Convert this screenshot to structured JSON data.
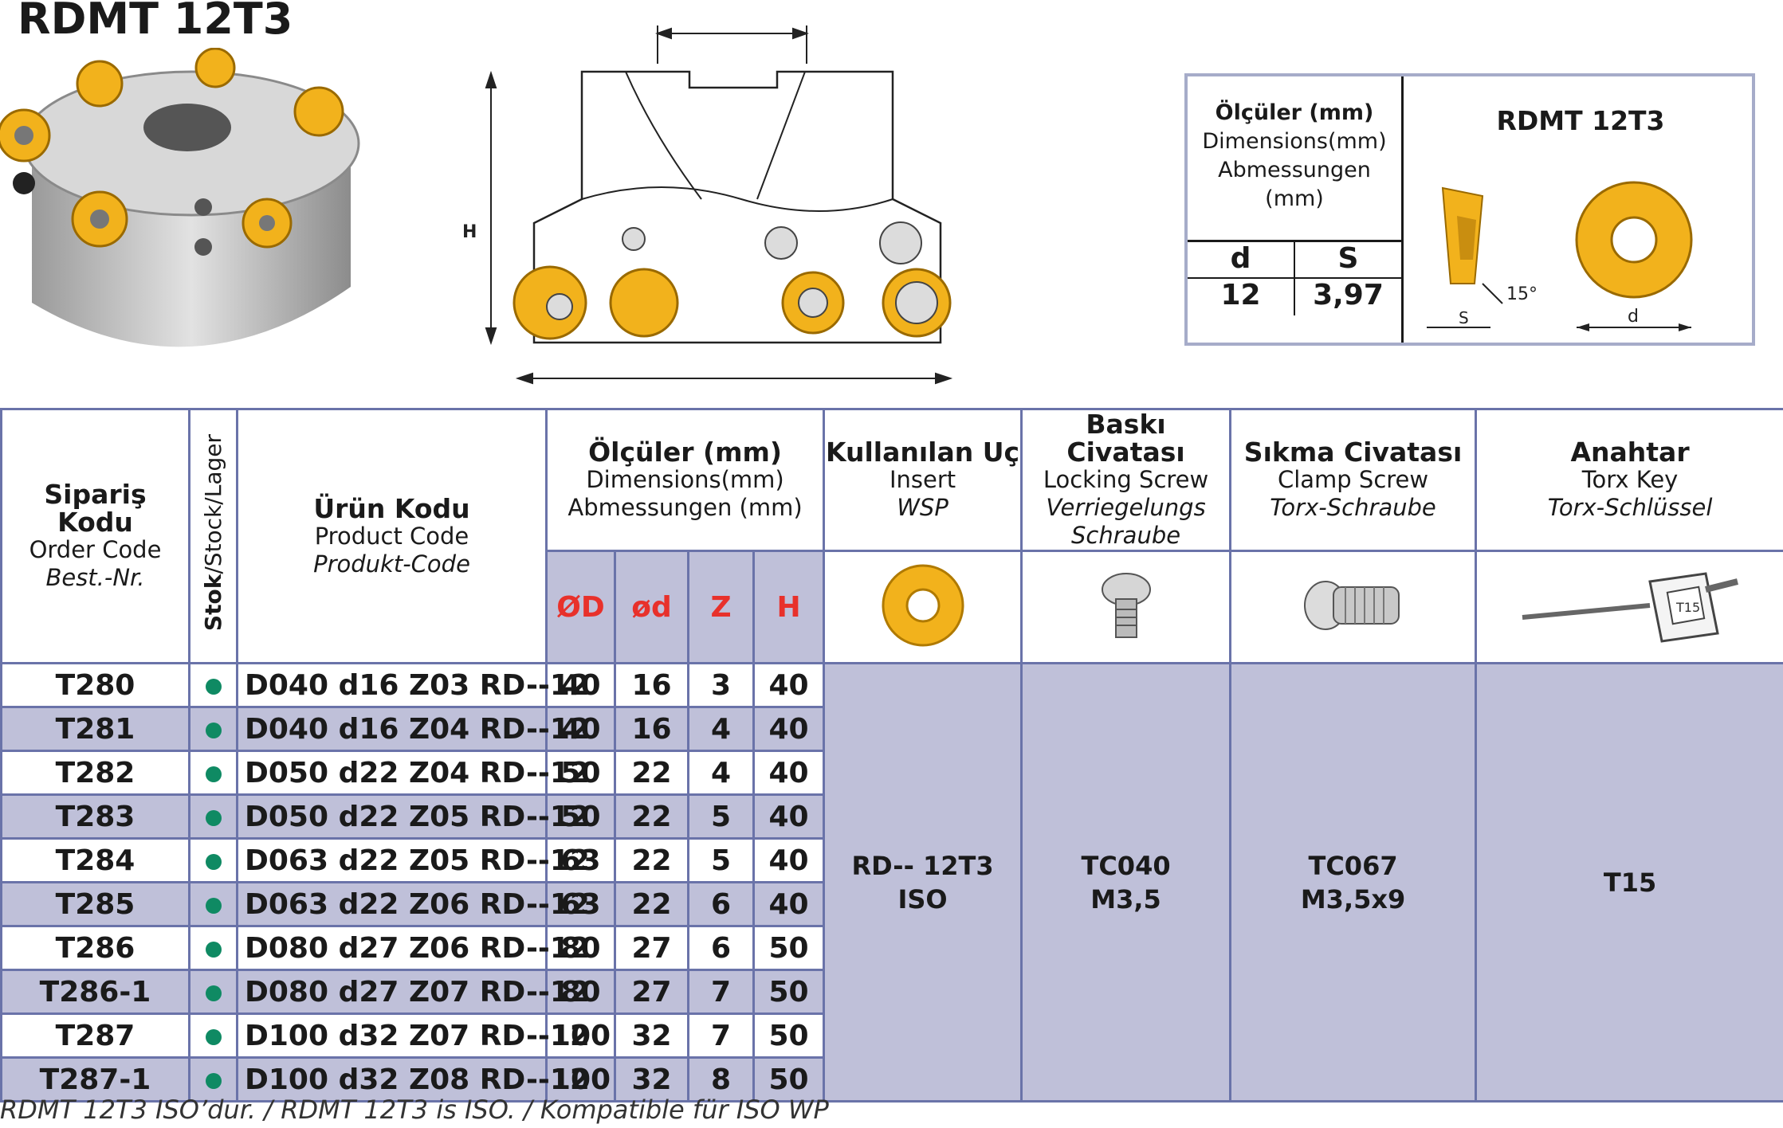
{
  "title": "RDMT 12T3",
  "drawing": {
    "h_label": "H"
  },
  "spec_box": {
    "head_bold": "Ölçüler (mm)",
    "head_l2": "Dimensions(mm)",
    "head_l3": "Abmessungen",
    "head_l4": "(mm)",
    "right_title": "RDMT 12T3",
    "col_d": "d",
    "col_s": "S",
    "val_d": "12",
    "val_s": "3,97",
    "angle": "15°",
    "dim_s": "S",
    "dim_d": "d"
  },
  "headers": {
    "order": {
      "bold": "Sipariş Kodu",
      "en": "Order Code",
      "de": "Best.-Nr."
    },
    "stock": {
      "bold": "Stok",
      "rest": "/Stock/Lager"
    },
    "product": {
      "bold": "Ürün Kodu",
      "en": "Product Code",
      "de": "Produkt-Code"
    },
    "dims": {
      "bold": "Ölçüler (mm)",
      "en": "Dimensions(mm)",
      "de": "Abmessungen (mm)"
    },
    "insert": {
      "bold": "Kullanılan Uç",
      "en": "Insert",
      "de": "WSP"
    },
    "locking": {
      "bold": "Baskı Civatası",
      "en": "Locking Screw",
      "de1": "Verriegelungs",
      "de2": "Schraube"
    },
    "clamp": {
      "bold": "Sıkma Civatası",
      "en": "Clamp Screw",
      "de": "Torx-Schraube"
    },
    "key": {
      "bold": "Anahtar",
      "en": "Torx Key",
      "de": "Torx-Schlüssel"
    },
    "sub": [
      "ØD",
      "ød",
      "Z",
      "H"
    ]
  },
  "rows": [
    {
      "order": "T280",
      "product": "D040 d16 Z03 RD--12",
      "D": "40",
      "d": "16",
      "Z": "3",
      "H": "40"
    },
    {
      "order": "T281",
      "product": "D040 d16 Z04 RD--12",
      "D": "40",
      "d": "16",
      "Z": "4",
      "H": "40"
    },
    {
      "order": "T282",
      "product": "D050 d22 Z04 RD--12",
      "D": "50",
      "d": "22",
      "Z": "4",
      "H": "40"
    },
    {
      "order": "T283",
      "product": "D050 d22 Z05 RD--12",
      "D": "50",
      "d": "22",
      "Z": "5",
      "H": "40"
    },
    {
      "order": "T284",
      "product": "D063 d22 Z05 RD--12",
      "D": "63",
      "d": "22",
      "Z": "5",
      "H": "40"
    },
    {
      "order": "T285",
      "product": "D063 d22 Z06 RD--12",
      "D": "63",
      "d": "22",
      "Z": "6",
      "H": "40"
    },
    {
      "order": "T286",
      "product": "D080 d27 Z06 RD--12",
      "D": "80",
      "d": "27",
      "Z": "6",
      "H": "50"
    },
    {
      "order": "T286-1",
      "product": "D080 d27 Z07 RD--12",
      "D": "80",
      "d": "27",
      "Z": "7",
      "H": "50"
    },
    {
      "order": "T287",
      "product": "D100 d32 Z07 RD--12",
      "D": "100",
      "d": "32",
      "Z": "7",
      "H": "50"
    },
    {
      "order": "T287-1",
      "product": "D100 d32 Z08 RD--12",
      "D": "100",
      "d": "32",
      "Z": "8",
      "H": "50"
    }
  ],
  "merged": {
    "insert_l1": "RD-- 12T3",
    "insert_l2": "ISO",
    "locking_l1": "TC040",
    "locking_l2": "M3,5",
    "clamp_l1": "TC067",
    "clamp_l2": "M3,5x9",
    "key": "T15",
    "key_tag": "T15"
  },
  "footer": "RDMT 12T3 ISO’dur. / RDMT 12T3 is ISO. / Kompatible für ISO WP",
  "colors": {
    "row_alt": "#bfc0d9",
    "border": "#6a73a9",
    "sub_text": "#e8312b",
    "stock_dot": "#0f8a63",
    "insert_gold": "#f2b21c"
  }
}
